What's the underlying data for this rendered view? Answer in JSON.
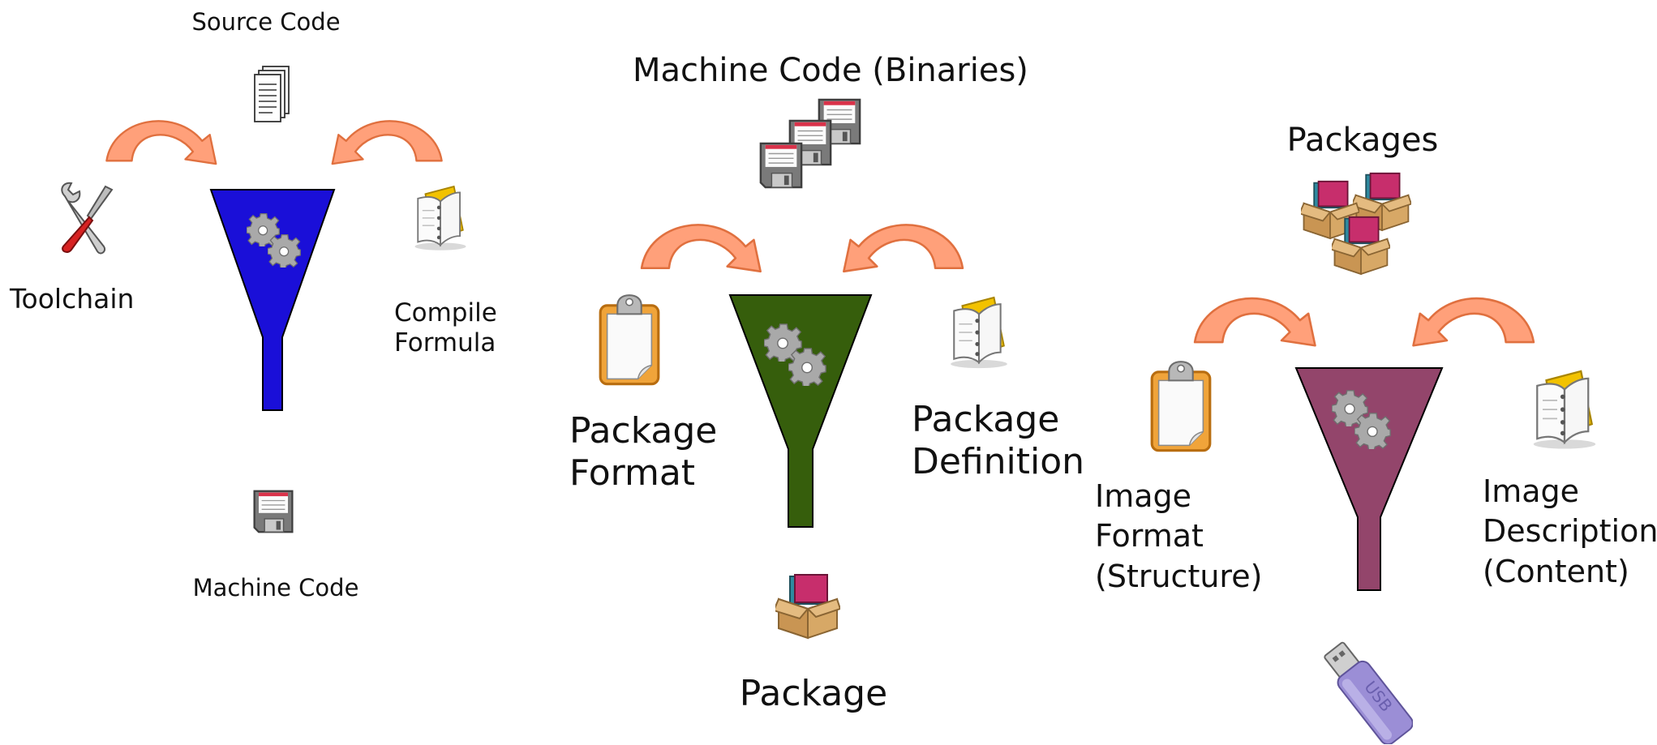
{
  "colors": {
    "arrow_fill": "#ffa07a",
    "arrow_stroke": "#e8714a",
    "funnel_1": "#1a0fd8",
    "funnel_2": "#365e0c",
    "funnel_3": "#93456b",
    "gear": "#a8a8a8"
  },
  "panel1": {
    "top_label": "Source Code",
    "top_icon": "documents-icon",
    "left_label": "Toolchain",
    "left_icon": "tools-icon",
    "right_label_line1": "Compile",
    "right_label_line2": "Formula",
    "right_icon": "open-book-icon",
    "bottom_label": "Machine Code",
    "bottom_icon": "floppy-disk-icon"
  },
  "panel2": {
    "top_label": "Machine Code (Binaries)",
    "top_icon": "floppy-disks-icon",
    "left_label_line1": "Package",
    "left_label_line2": "Format",
    "left_icon": "clipboard-icon",
    "right_label_line1": "Package",
    "right_label_line2": "Definition",
    "right_icon": "open-book-icon",
    "bottom_label": "Package",
    "bottom_icon": "package-box-icon"
  },
  "panel3": {
    "top_label": "Packages",
    "top_icon": "package-boxes-icon",
    "left_label_line1": "Image",
    "left_label_line2": "Format",
    "left_label_line3": "(Structure)",
    "left_icon": "clipboard-icon",
    "right_label_line1": "Image",
    "right_label_line2": "Description",
    "right_label_line3": "(Content)",
    "right_icon": "open-book-icon",
    "bottom_icon": "usb-stick-icon",
    "usb_text": "USB"
  }
}
